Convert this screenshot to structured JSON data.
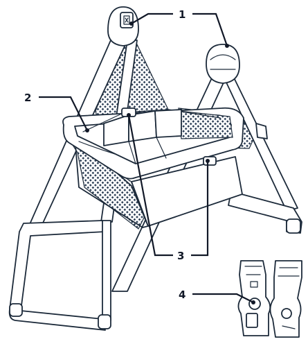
{
  "callouts": [
    {
      "number": "1"
    },
    {
      "number": "2"
    },
    {
      "number": "3"
    },
    {
      "number": "4"
    }
  ],
  "colors": {
    "line": "#1c2a3a",
    "mesh": "#2c3e55",
    "background": "#ffffff"
  }
}
